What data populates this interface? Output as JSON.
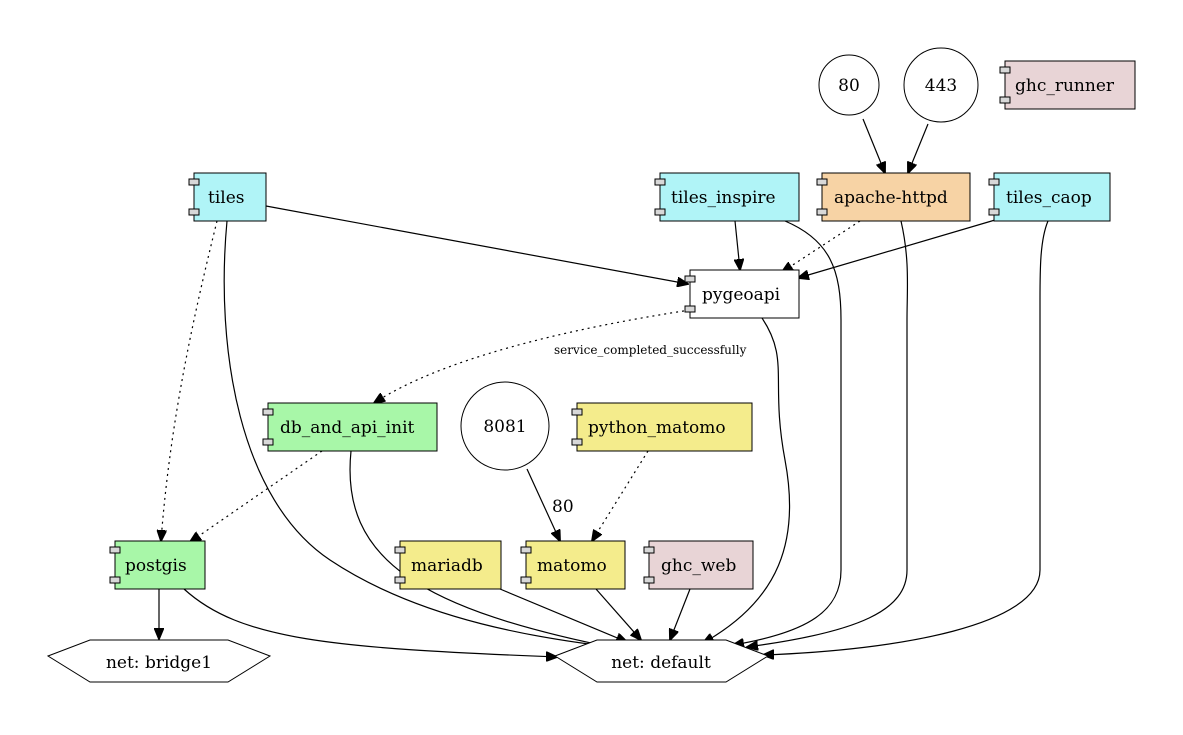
{
  "colors": {
    "cyan": "#b0f4f7",
    "orange": "#f7d3a5",
    "pink": "#e8d4d6",
    "green": "#a8f7a8",
    "yellow": "#f4ec8c",
    "white": "#ffffff"
  },
  "services": {
    "tiles": "tiles",
    "tiles_inspire": "tiles_inspire",
    "apache_httpd": "apache-httpd",
    "tiles_caop": "tiles_caop",
    "ghc_runner": "ghc_runner",
    "pygeoapi": "pygeoapi",
    "db_and_api_init": "db_and_api_init",
    "python_matomo": "python_matomo",
    "postgis": "postgis",
    "mariadb": "mariadb",
    "matomo": "matomo",
    "ghc_web": "ghc_web"
  },
  "ports": {
    "p80": "80",
    "p443": "443",
    "p8081": "8081"
  },
  "networks": {
    "bridge1": "net: bridge1",
    "default": "net: default"
  },
  "edge_labels": {
    "service_completed": "service_completed_successfully",
    "port_mapping_80": "80"
  }
}
